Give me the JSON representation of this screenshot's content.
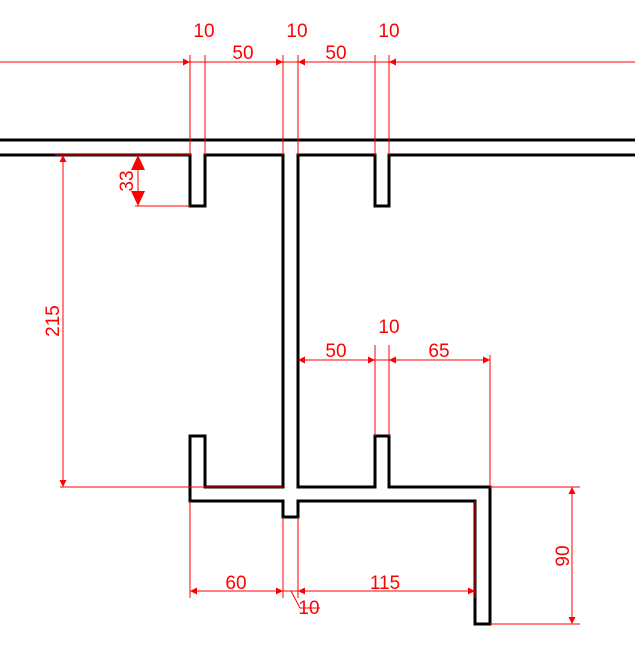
{
  "colors": {
    "profile_stroke": "#000000",
    "dimension_stroke": "#ff0000",
    "background": "#ffffff"
  },
  "dimensions": {
    "top_left_10": "10",
    "top_50_left": "50",
    "top_center_10": "10",
    "top_50_right": "50",
    "top_right_10": "10",
    "vertical_33": "33",
    "vertical_215": "215",
    "mid_10": "10",
    "mid_50": "50",
    "mid_65": "65",
    "bottom_60": "60",
    "bottom_115": "115",
    "bottom_10": "10",
    "vertical_90": "90"
  }
}
